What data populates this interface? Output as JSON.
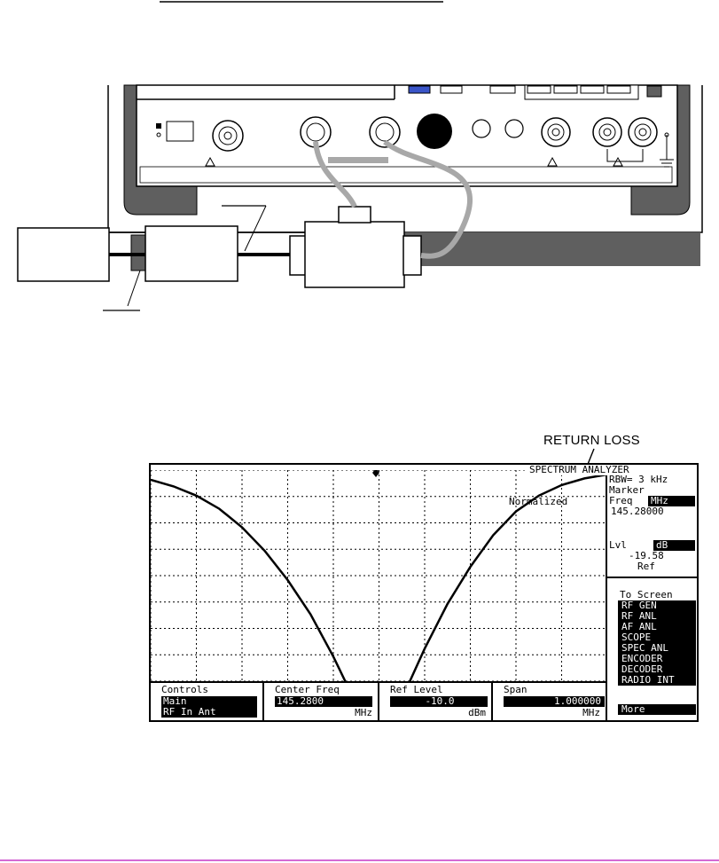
{
  "callouts": {
    "return_loss": "RETURN LOSS"
  },
  "screen": {
    "title": "SPECTRUM ANALYZER",
    "rbw": "RBW= 3 kHz",
    "marker_label": "Marker",
    "freq_label": "Freq",
    "freq_unit": "MHz",
    "freq_value": "145.28000",
    "lvl_label": "Lvl",
    "lvl_unit": "dB",
    "lvl_value": "-19.58",
    "ref_label": "Ref",
    "normalized": "Normalized",
    "to_screen": "To Screen",
    "menu": [
      "RF GEN",
      "RF ANL",
      "AF ANL",
      "SCOPE",
      "SPEC ANL",
      "ENCODER",
      "DECODER",
      "RADIO INT"
    ],
    "more": "More",
    "controls": {
      "title": "Controls",
      "line1": "Main",
      "line2": "RF In Ant"
    },
    "center_freq": {
      "title": "Center Freq",
      "value": "145.2800",
      "unit": "MHz"
    },
    "ref_level": {
      "title": "Ref Level",
      "value": "-10.0",
      "unit": "dBm"
    },
    "span": {
      "title": "Span",
      "value": "1.000000",
      "unit": "MHz"
    }
  },
  "trace": {
    "x": [
      0,
      0.05,
      0.1,
      0.15,
      0.2,
      0.25,
      0.3,
      0.35,
      0.4,
      0.45,
      0.48,
      0.5,
      0.52,
      0.55,
      0.6,
      0.65,
      0.7,
      0.75,
      0.8,
      0.85,
      0.9,
      0.95,
      1.0
    ],
    "y": [
      0.3,
      0.55,
      0.9,
      1.4,
      2.1,
      3.0,
      4.1,
      5.4,
      7.0,
      8.8,
      9.8,
      10.1,
      9.7,
      8.6,
      6.7,
      5.0,
      3.6,
      2.4,
      1.5,
      0.9,
      0.5,
      0.25,
      0.1
    ]
  },
  "colors": {
    "cable": "#a8a8a8",
    "panel": "#5f5f5f",
    "ink": "#000000",
    "accent_line": "#d46bd4",
    "blue_key": "#3a55c8"
  }
}
